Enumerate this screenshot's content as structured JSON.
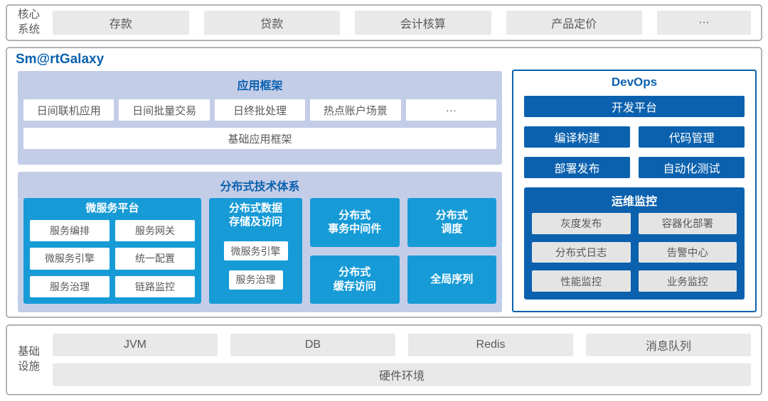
{
  "colors": {
    "accent_blue": "#0b61ae",
    "bright_blue": "#179bd7",
    "lavender": "#c4cde8",
    "gray_box": "#e9e9e9",
    "border_gray": "#b3b3b3",
    "text_gray": "#595959"
  },
  "core": {
    "label": "核心\n系统",
    "items": [
      "存款",
      "贷款",
      "会计核算",
      "产品定价",
      "···"
    ]
  },
  "galaxy": {
    "title": "Sm@rtGalaxy",
    "app_framework": {
      "title": "应用框架",
      "items": [
        "日间联机应用",
        "日间批量交易",
        "日终批处理",
        "热点账户场景",
        "···"
      ],
      "base": "基础应用框架"
    },
    "distributed": {
      "title": "分布式技术体系",
      "microservice_platform": {
        "title": "微服务平台",
        "items": [
          "服务编排",
          "服务网关",
          "微服务引擎",
          "统一配置",
          "服务治理",
          "链路监控"
        ]
      },
      "data_storage": {
        "title": "分布式数据\n存储及访问",
        "items": [
          "微服务引擎",
          "服务治理"
        ]
      },
      "blocks": [
        "分布式\n事务中间件",
        "分布式\n缓存访问",
        "分布式\n调度",
        "全局序列"
      ]
    },
    "devops": {
      "title": "DevOps",
      "dev_platform": "开发平台",
      "tools": [
        "编译构建",
        "代码管理",
        "部署发布",
        "自动化测试"
      ],
      "ops_monitor": {
        "title": "运维监控",
        "items": [
          "灰度发布",
          "容器化部署",
          "分布式日志",
          "告警中心",
          "性能监控",
          "业务监控"
        ]
      }
    }
  },
  "infrastructure": {
    "label": "基础\n设施",
    "items": [
      "JVM",
      "DB",
      "Redis",
      "消息队列"
    ],
    "base": "硬件环境"
  }
}
